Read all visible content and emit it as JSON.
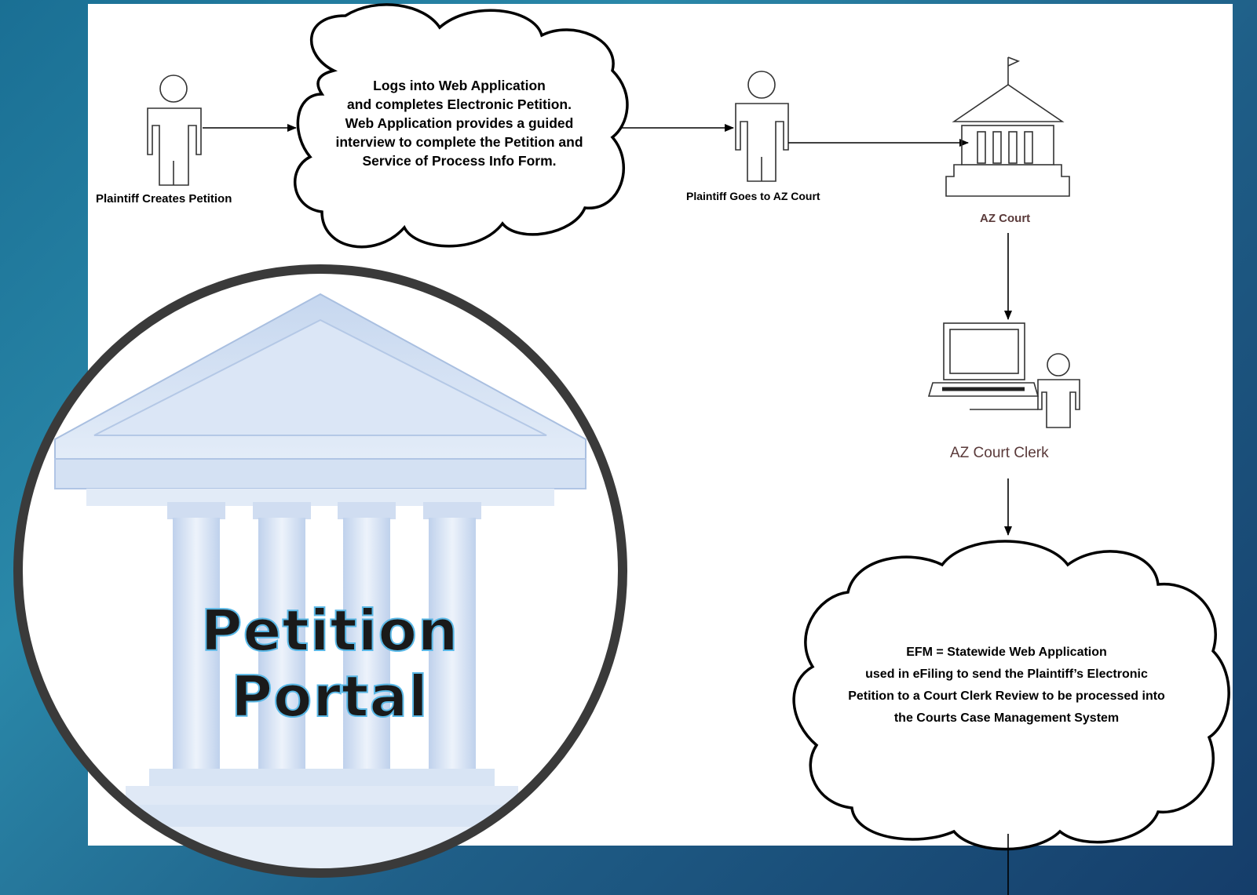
{
  "diagram": {
    "actors": {
      "plaintiff_creates": "Plaintiff Creates Petition",
      "plaintiff_goes": "Plaintiff Goes to AZ Court",
      "court": "AZ Court",
      "clerk": "AZ Court Clerk"
    },
    "cloud_top": {
      "lines": [
        "Logs into Web Application",
        "and completes Electronic Petition.",
        "Web Application provides a guided",
        "interview to complete the Petition and",
        "Service of Process Info Form."
      ]
    },
    "cloud_bottom": {
      "lines": [
        "EFM = Statewide Web Application",
        "used in eFiling to send the Plaintiff’s Electronic",
        "Petition to a Court Clerk Review to  be processed into",
        "the Courts Case Management System"
      ]
    }
  },
  "logo": {
    "title": "Petition Portal"
  },
  "colors": {
    "background": "#1f6f96",
    "canvas": "#ffffff",
    "clerk_label": "#5a3a3a",
    "portal_stroke": "#5ab8e6"
  }
}
